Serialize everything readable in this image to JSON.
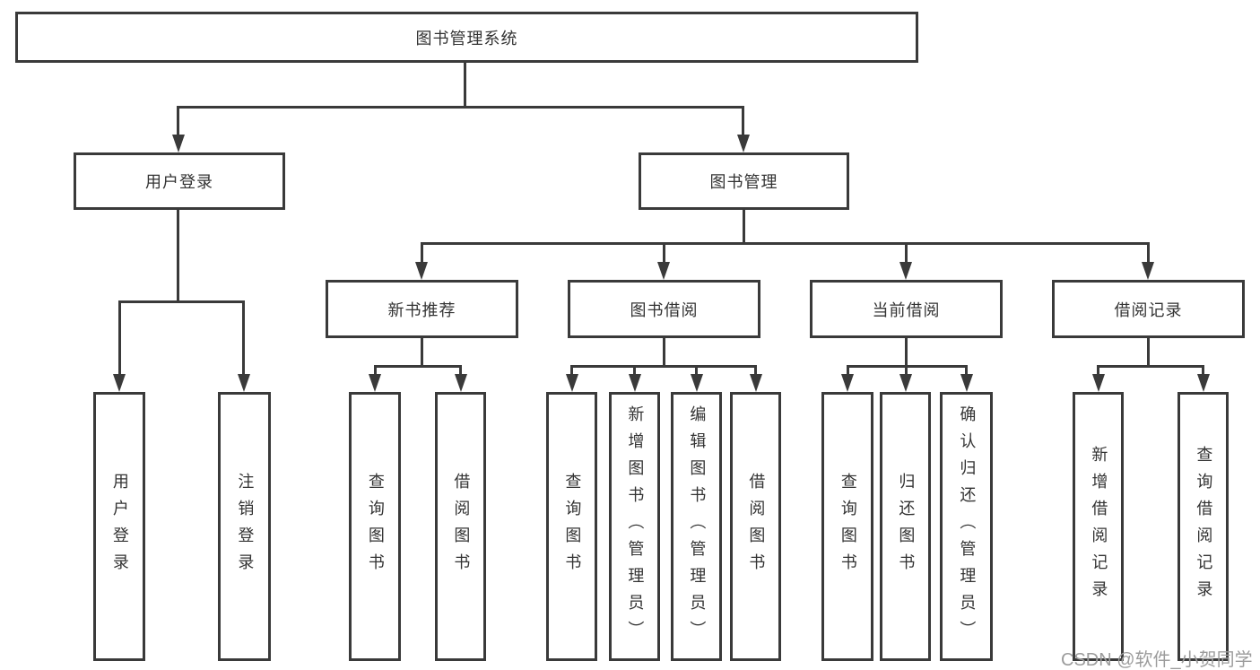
{
  "diagram": {
    "root": {
      "label": "图书管理系统"
    },
    "level2": [
      {
        "label": "用户登录"
      },
      {
        "label": "图书管理"
      }
    ],
    "level3": [
      {
        "label": "新书推荐"
      },
      {
        "label": "图书借阅"
      },
      {
        "label": "当前借阅"
      },
      {
        "label": "借阅记录"
      }
    ],
    "leaves": {
      "user_login": [
        "用户登录",
        "注销登录"
      ],
      "new_books": [
        "查询图书",
        "借阅图书"
      ],
      "book_borrowing": [
        "查询图书",
        "新增图书（管理员）",
        "编辑图书（管理员）",
        "借阅图书"
      ],
      "current_borrowing": [
        "查询图书",
        "归还图书",
        "确认归还（管理员）"
      ],
      "borrowing_records": [
        "新增借阅记录",
        "查询借阅记录"
      ]
    }
  },
  "watermark": {
    "text": "CSDN @软件_小贺同学"
  },
  "colors": {
    "line": "#3a3a3a",
    "box_border": "#3a3a3a",
    "text": "#333333",
    "watermark": "#9c9c9c",
    "background": "#ffffff"
  }
}
